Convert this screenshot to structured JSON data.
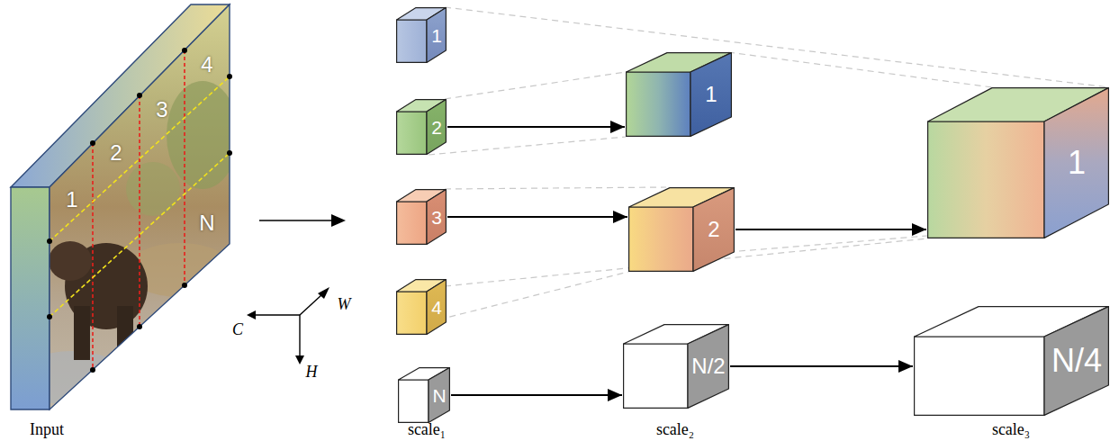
{
  "diagram": {
    "nodes": [
      {
        "text": [
          "1",
          "2",
          "3",
          "4",
          "N"
        ]
      },
      {
        "text": [
          "1"
        ]
      },
      {
        "text": [
          "2"
        ]
      },
      {
        "text": [
          "3"
        ]
      },
      {
        "text": [
          "4"
        ]
      },
      {
        "text": [
          "N"
        ]
      },
      {
        "text": [
          "1"
        ]
      },
      {
        "text": [
          "2"
        ]
      },
      {
        "text": [
          "N/2"
        ]
      },
      {
        "text": [
          "1"
        ]
      },
      {
        "text": [
          "N/4"
        ]
      }
    ],
    "edges": [
      {
        "from": 2,
        "to": 6,
        "arrow": "to"
      },
      {
        "from": 3,
        "to": 7,
        "arrow": "to"
      },
      {
        "from": 5,
        "to": 8,
        "arrow": "to"
      },
      {
        "from": 7,
        "to": 9,
        "arrow": "to"
      },
      {
        "from": 8,
        "to": 10,
        "arrow": "to"
      }
    ],
    "labels": [
      "Input",
      "C",
      "W",
      "H",
      "scale₁",
      "scale₂",
      "scale₃"
    ]
  }
}
